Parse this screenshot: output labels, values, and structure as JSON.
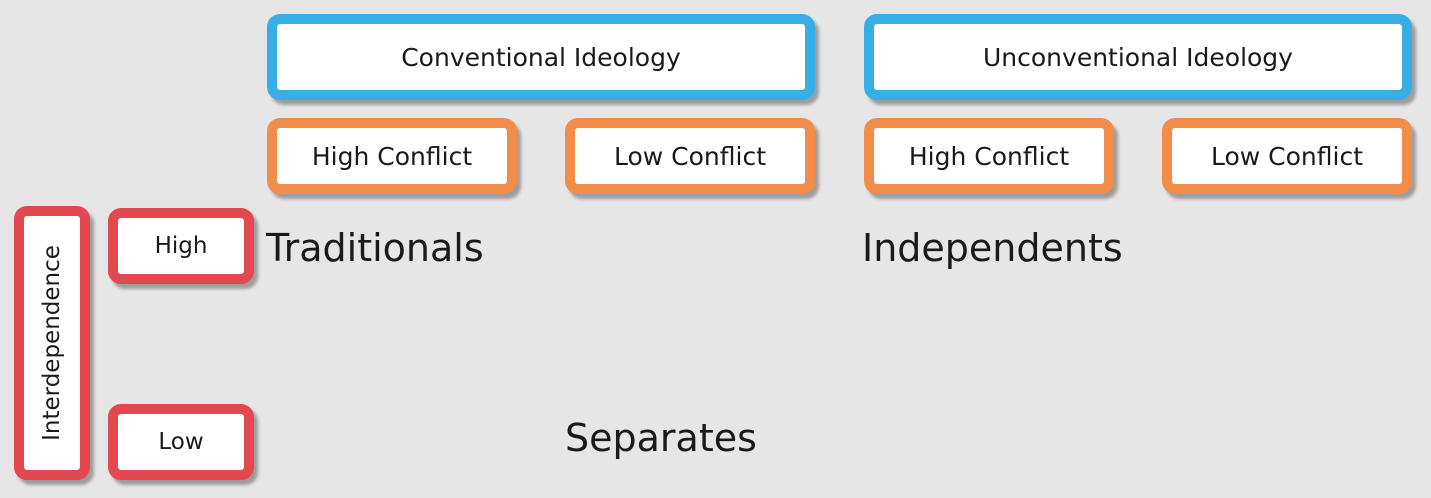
{
  "columns": {
    "conventional": {
      "label": "Conventional Ideology",
      "sub": [
        "High Conflict",
        "Low Conflict"
      ]
    },
    "unconventional": {
      "label": "Unconventional Ideology",
      "sub": [
        "High Conflict",
        "Low Conflict"
      ]
    }
  },
  "rows": {
    "axis_label": "Interdependence",
    "levels": [
      "High",
      "Low"
    ]
  },
  "categories": {
    "traditionals": "Traditionals",
    "independents": "Independents",
    "separates": "Separates"
  },
  "colors": {
    "background": "#e6e6e6",
    "ideology_border": "#37aee6",
    "conflict_border": "#f28c49",
    "interdependence_border": "#e4484f"
  }
}
